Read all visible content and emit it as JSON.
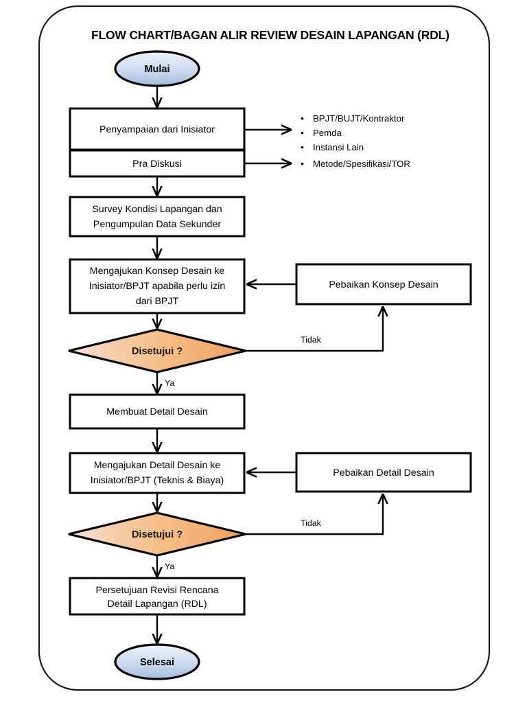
{
  "diagram": {
    "title": "FLOW CHART/BAGAN ALIR REVIEW DESAIN LAPANGAN (RDL)",
    "colors": {
      "terminator_fill_top": "#e8eff9",
      "terminator_fill_bottom": "#a8bfdf",
      "decision_fill_left": "#f7dfe2",
      "decision_fill_right": "#f2a961",
      "process_fill": "#ffffff",
      "stroke": "#000000",
      "frame_stroke": "#1a1a1a"
    },
    "nodes": {
      "start": "Mulai",
      "penyampaian": "Penyampaian dari Inisiator",
      "pra_diskusi": "Pra Diskusi",
      "survey_line1": "Survey Kondisi Lapangan dan",
      "survey_line2": "Pengumpulan Data Sekunder",
      "konsep_line1": "Mengajukan Konsep Desain ke",
      "konsep_line2": "Inisiator/BPJT apabila perlu izin",
      "konsep_line3": "dari BPJT",
      "perbaikan_konsep": "Pebaikan Konsep Desain",
      "decision_1": "Disetujui ?",
      "membuat_detail": "Membuat Detail Desain",
      "detail_line1": "Mengajukan Detail Desain ke",
      "detail_line2": "Inisiator/BPJT (Teknis & Biaya)",
      "perbaikan_detail": "Pebaikan Detail Desain",
      "decision_2": "Disetujui ?",
      "persetujuan_line1": "Persetujuan Revisi Rencana",
      "persetujuan_line2": "Detail Lapangan (RDL)",
      "end": "Selesai"
    },
    "edge_labels": {
      "tidak_1": "Tidak",
      "ya_1": "Ya",
      "tidak_2": "Tidak",
      "ya_2": "Ya"
    },
    "notes": {
      "penyampaian_items": [
        "BPJT/BUJT/Kontraktor",
        "Pemda",
        "Instansi Lain"
      ],
      "pra_diskusi_items": [
        "Metode/Spesifikasi/TOR"
      ],
      "bullet_glyph": "•"
    }
  }
}
